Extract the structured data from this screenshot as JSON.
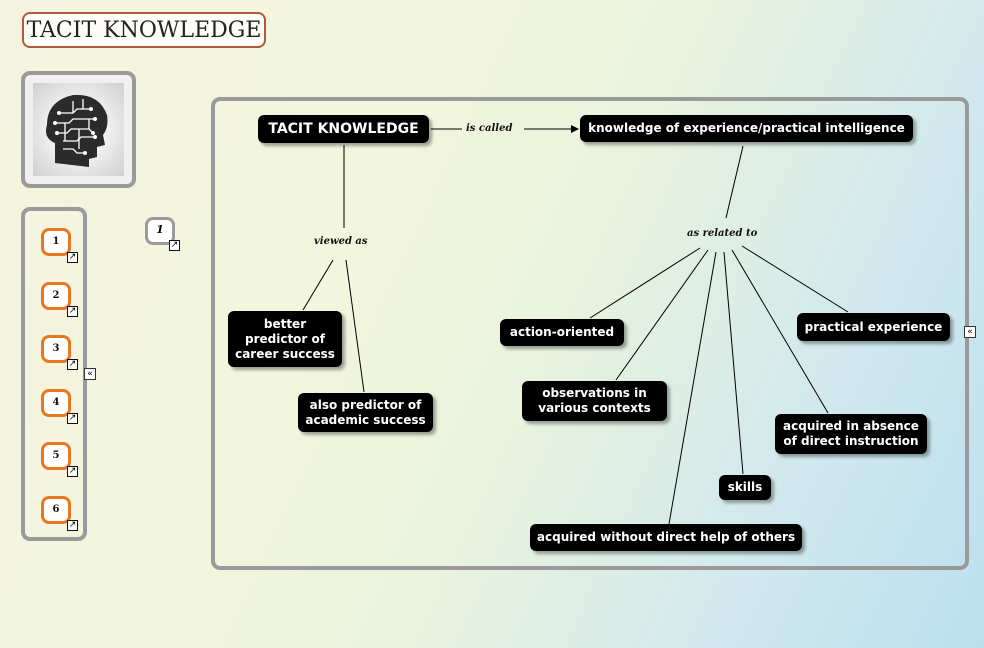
{
  "title": "TACIT KNOWLEDGE",
  "sidebar": {
    "items": [
      {
        "label": "1"
      },
      {
        "label": "2"
      },
      {
        "label": "3"
      },
      {
        "label": "4"
      },
      {
        "label": "5"
      },
      {
        "label": "6"
      }
    ]
  },
  "page_badge": "1",
  "concept_map": {
    "nodes": {
      "root": "TACIT KNOWLEDGE",
      "knowledge": "knowledge of experience/practical intelligence",
      "better_predictor": "better predictor of career success",
      "academic": "also predictor of academic success",
      "action": "action-oriented",
      "observations": "observations in various contexts",
      "without_help": "acquired without direct help of others",
      "skills": "skills",
      "absence": "acquired in absence of direct instruction",
      "practical": "practical experience"
    },
    "linking_phrases": {
      "is_called": "is called",
      "viewed_as": "viewed as",
      "as_related_to": "as related to"
    }
  },
  "colors": {
    "nav_border": "#e87722",
    "panel_border": "#9a9a9a",
    "node_bg": "#000000",
    "node_text": "#ffffff",
    "title_border": "#b05a3c"
  }
}
